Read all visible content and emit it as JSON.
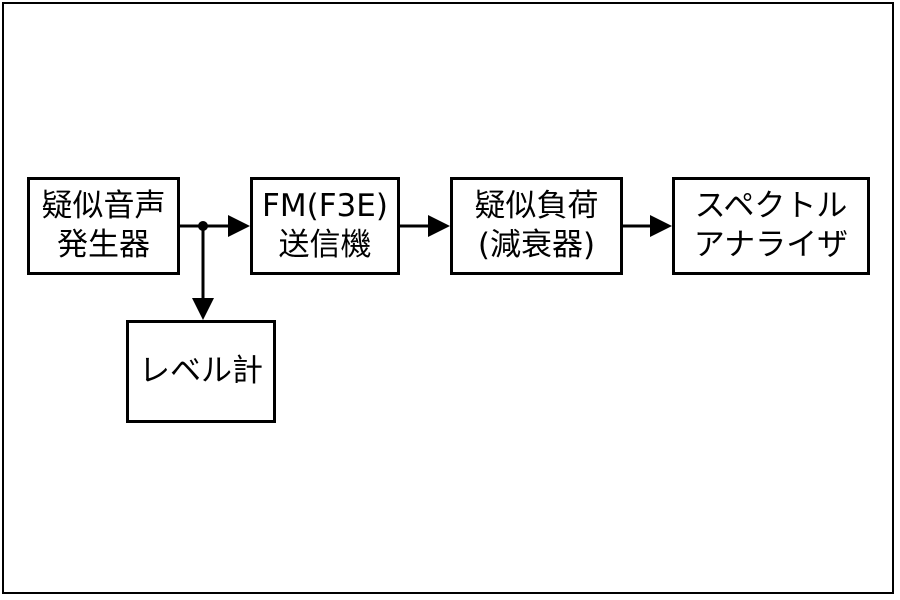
{
  "blocks": {
    "generator": {
      "lines": [
        "疑似音声",
        "発生器"
      ]
    },
    "transmitter": {
      "lines": [
        "FM(F3E)",
        "送信機"
      ]
    },
    "dummy_load": {
      "lines": [
        "疑似負荷",
        "(減衰器)"
      ]
    },
    "spectrum_analyzer": {
      "lines": [
        "スペクトル",
        "アナライザ"
      ]
    },
    "level_meter": {
      "lines": [
        "レベル計"
      ]
    }
  },
  "colors": {
    "stroke": "#000000",
    "background": "#ffffff"
  }
}
